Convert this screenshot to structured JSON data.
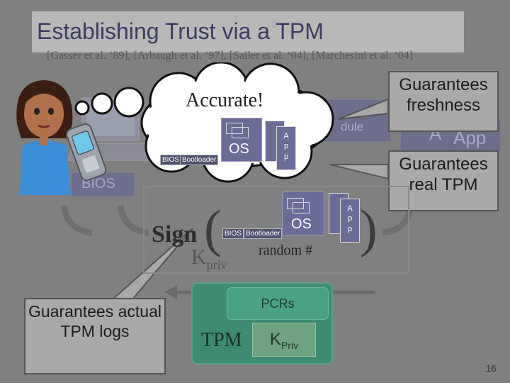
{
  "slide": {
    "title": "Establishing Trust via a TPM",
    "citation": "[Gasser et al. ‘89], [Arbaugh et al. ‘97], [Sailer et al. ‘04], [Marchesini et al. ‘04]",
    "page_number": "16"
  },
  "bubble": {
    "title": "Accurate!",
    "bios": "BIOS",
    "bootloader": "Bootloader",
    "os": "OS",
    "app_letters": [
      "A",
      "p",
      "p"
    ]
  },
  "background": {
    "bios": "BIOS",
    "module": "dule",
    "app": "App",
    "app_letter": "A"
  },
  "callouts": {
    "freshness": "Guarantees freshness",
    "real_tpm": "Guarantees real TPM",
    "actual_logs": "Guarantees actual TPM logs"
  },
  "sign": {
    "sign": "Sign",
    "k": "K",
    "k_sub": "priv",
    "bios": "BIOS",
    "bootloader": "Bootloader",
    "os": "OS",
    "app_letters": [
      "A",
      "p",
      "p"
    ],
    "random": "random #"
  },
  "tpm": {
    "pcrs": "PCRs",
    "label": "TPM",
    "k": "K",
    "k_sub": "Priv"
  },
  "colors": {
    "background": "#808080",
    "title_bar": "#b8b8b8",
    "tpm": "#3f8a72",
    "accent": "#6b6b98"
  }
}
